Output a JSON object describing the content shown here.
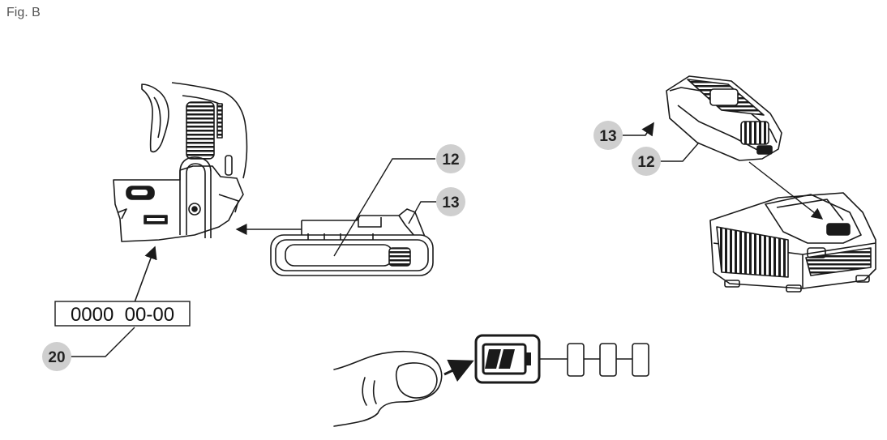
{
  "figure": {
    "title": "Fig. B"
  },
  "callouts": {
    "battery_pack": "12",
    "release_button": "13",
    "date_code_ref": "20"
  },
  "date_code": {
    "value": "0000  00-00"
  },
  "colors": {
    "line": "#1a1a1a",
    "callout_fill": "#cfcfcf",
    "background": "#ffffff"
  },
  "icons": {
    "drill": "drill-icon",
    "battery": "battery-pack-icon",
    "charger": "charger-icon",
    "fuel_gauge": "fuel-gauge-icon",
    "finger": "finger-icon",
    "arrow": "arrow-icon"
  }
}
